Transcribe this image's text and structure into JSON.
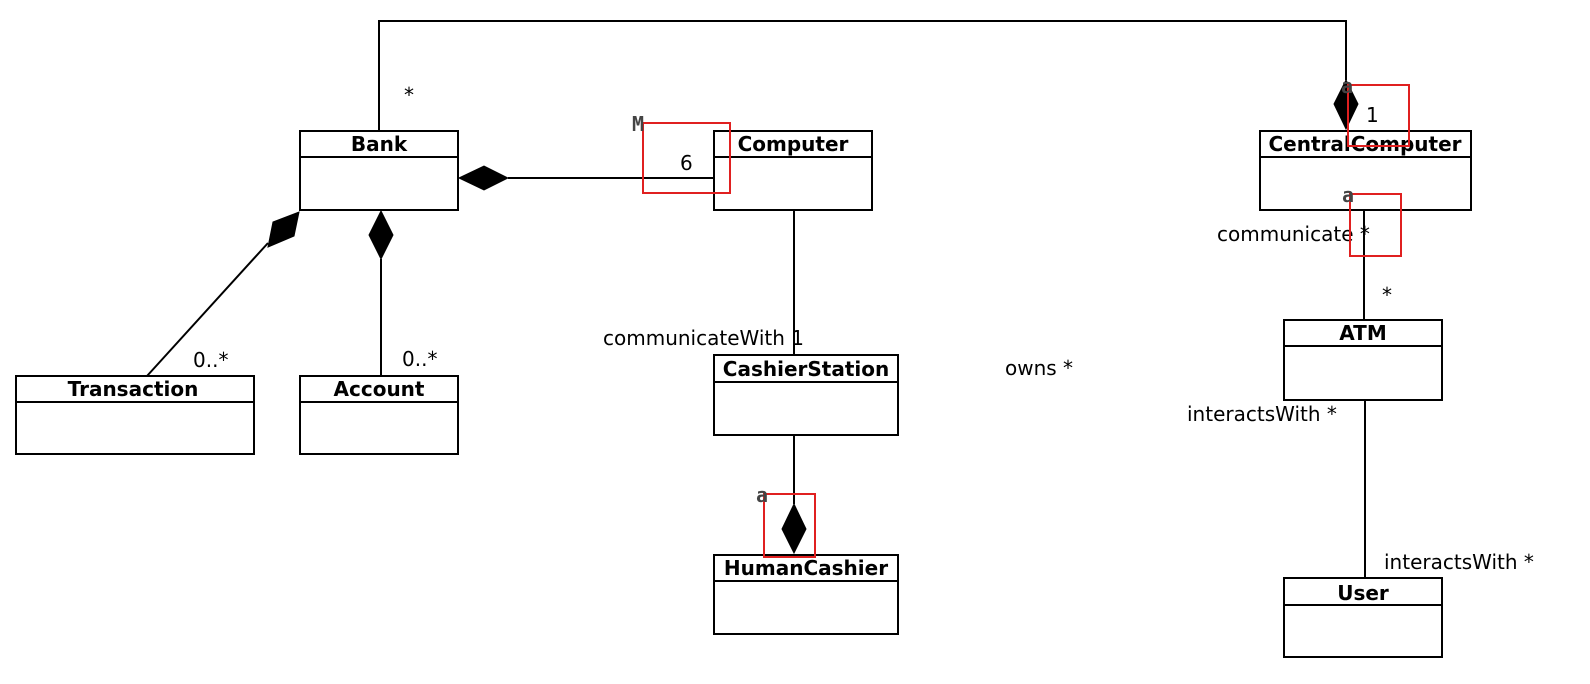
{
  "classes": {
    "bank": "Bank",
    "computer": "Computer",
    "central_computer": "CentralComputer",
    "transaction": "Transaction",
    "account": "Account",
    "cashier_station": "CashierStation",
    "human_cashier": "HumanCashier",
    "atm": "ATM",
    "user": "User"
  },
  "labels": {
    "bank_star": "*",
    "transaction_mult": "0..*",
    "account_mult": "0..*",
    "computer_mult": "6",
    "central_mult": "1",
    "communicate_with": "communicateWith 1",
    "owns": "owns *",
    "communicate": "communicate *",
    "atm_star": "*",
    "interacts_with_atm": "interactsWith *",
    "interacts_with_user": "interactsWith *"
  },
  "markers": {
    "computer_marker": "M",
    "central_top_marker": "a",
    "central_bottom_marker": "a",
    "cashier_marker": "a"
  }
}
